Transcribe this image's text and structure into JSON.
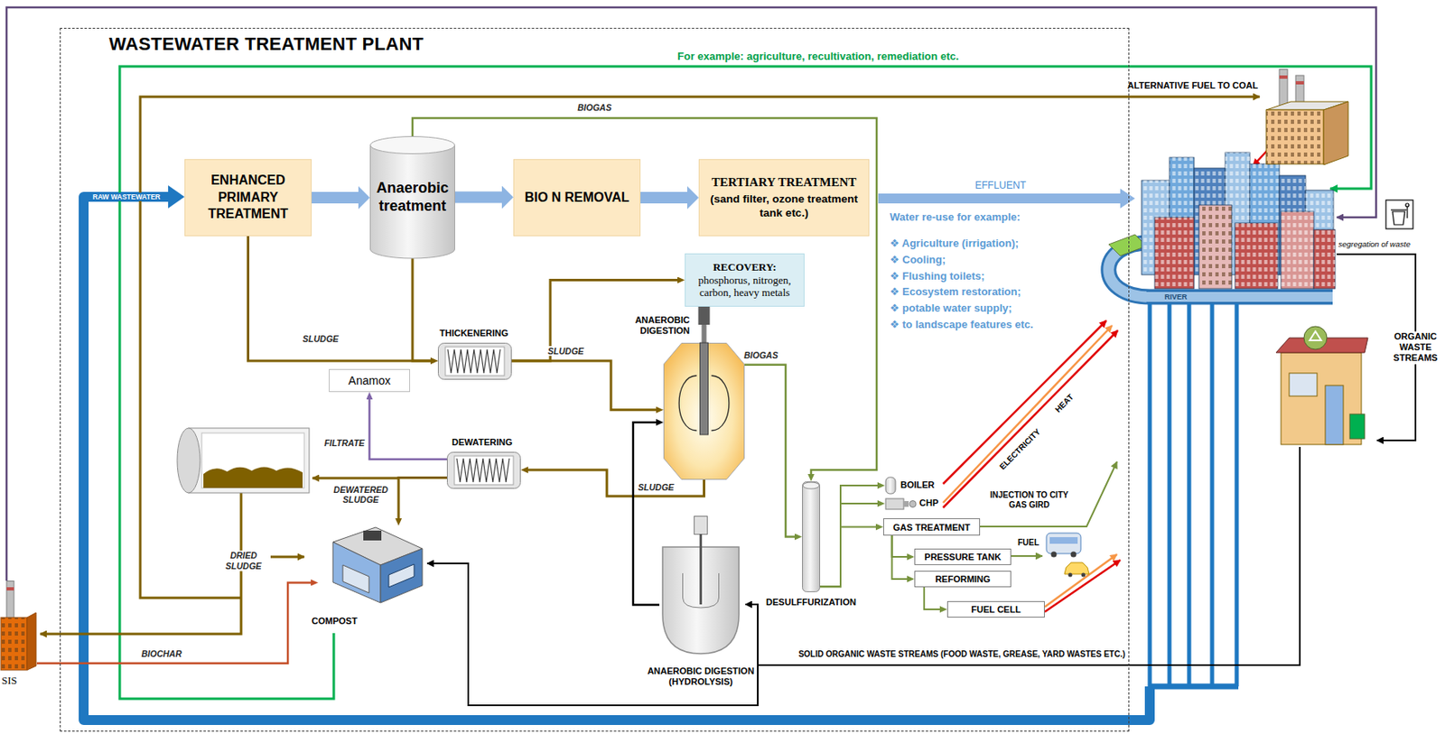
{
  "diagram": {
    "nodes": [
      {
        "text": [
          "WASTEWATER TREATMENT PLANT"
        ]
      },
      {
        "text": [
          "ENHANCED PRIMARY TREATMENT"
        ],
        "in": 0
      },
      {
        "text": [
          "Anaerobic treatment"
        ],
        "in": 0
      },
      {
        "text": [
          "BIO N REMOVAL"
        ],
        "in": 0
      },
      {
        "text": [
          "TERTIARY TREATMENT",
          "(sand filter, ozone treatment tank etc.)"
        ],
        "in": 0
      },
      {
        "text": [
          "RECOVERY:",
          "phosphorus, nitrogen, carbon, heavy metals"
        ],
        "in": 0
      },
      {
        "text": [
          "THICKENERING"
        ],
        "in": 0
      },
      {
        "text": [
          "Anamox"
        ],
        "in": 0
      },
      {
        "text": [
          "ANAEROBIC DIGESTION"
        ],
        "in": 0
      },
      {
        "text": [
          "DEWATERING"
        ],
        "in": 0
      },
      {
        "text": [
          "COMPOST"
        ],
        "in": 0
      },
      {
        "text": [
          "ANAEROBIC DIGESTION (HYDROLYSIS)"
        ],
        "in": 0
      },
      {
        "text": [
          "DESULFFURIZATION"
        ],
        "in": 0
      },
      {
        "text": [
          "BOILER"
        ],
        "in": 0
      },
      {
        "text": [
          "CHP"
        ],
        "in": 0
      },
      {
        "text": [
          "GAS TREATMENT"
        ],
        "in": 0
      },
      {
        "text": [
          "PRESSURE TANK"
        ],
        "in": 0
      },
      {
        "text": [
          "REFORMING"
        ],
        "in": 0
      },
      {
        "text": [
          "FUEL CELL"
        ],
        "in": 0
      },
      {
        "text": [
          "RIVER"
        ]
      },
      {
        "text": [
          "ALTERNATIVE FUEL TO COAL"
        ]
      },
      {
        "text": [
          "SIS"
        ]
      }
    ],
    "edges": [
      {
        "from": 1,
        "to": 2,
        "arrow": "to"
      },
      {
        "from": 2,
        "to": 3,
        "arrow": "to"
      },
      {
        "from": 3,
        "to": 4,
        "arrow": "to"
      },
      {
        "from": 1,
        "to": 6,
        "label": "SLUDGE",
        "arrow": "to"
      },
      {
        "from": 2,
        "to": 6,
        "arrow": "to"
      },
      {
        "from": 6,
        "to": 5,
        "arrow": "to"
      },
      {
        "from": 6,
        "to": 8,
        "label": "SLUDGE",
        "arrow": "to"
      },
      {
        "from": 8,
        "to": 9,
        "label": "SLUDGE",
        "arrow": "to"
      },
      {
        "from": 9,
        "to": 7,
        "label": "FILTRATE",
        "arrow": "to"
      },
      {
        "from": 9,
        "to": 10,
        "label": "DEWATERED SLUDGE",
        "arrow": "to"
      },
      {
        "from": 2,
        "to": 12,
        "label": "BIOGAS",
        "arrow": "to"
      },
      {
        "from": 8,
        "to": 12,
        "label": "BIOGAS",
        "arrow": "to"
      },
      {
        "from": 12,
        "to": 13,
        "arrow": "to"
      },
      {
        "from": 12,
        "to": 14,
        "arrow": "to"
      },
      {
        "from": 12,
        "to": 15,
        "arrow": "to"
      },
      {
        "from": 15,
        "to": 16,
        "arrow": "to"
      },
      {
        "from": 15,
        "to": 17,
        "arrow": "to"
      },
      {
        "from": 17,
        "to": 18,
        "arrow": "to"
      },
      {
        "from": 11,
        "to": 8,
        "arrow": "to"
      },
      {
        "from": 21,
        "to": 10,
        "label": "BIOCHAR",
        "arrow": "to"
      }
    ],
    "labels": [
      "For example: agriculture, recultivation, remediation etc.",
      "RAW WASTEWATER",
      "EFFLUENT",
      "Water re-use for example:",
      "❖ Agriculture (irrigation);",
      "❖ Cooling;",
      "❖ Flushing toilets;",
      "❖ Ecosystem restoration;",
      "❖ potable water supply;",
      "❖ to landscape features etc.",
      "DRIED SLUDGE",
      "ELECTRICITY",
      "HEAT",
      "INJECTION TO CITY GAS GIRD",
      "FUEL",
      "SOLID ORGANIC WASTE STREAMS (FOOD WASTE, GREASE, YARD WASTES ETC.)",
      "segregation of waste",
      "ORGANIC WASTE STREAMS"
    ]
  }
}
